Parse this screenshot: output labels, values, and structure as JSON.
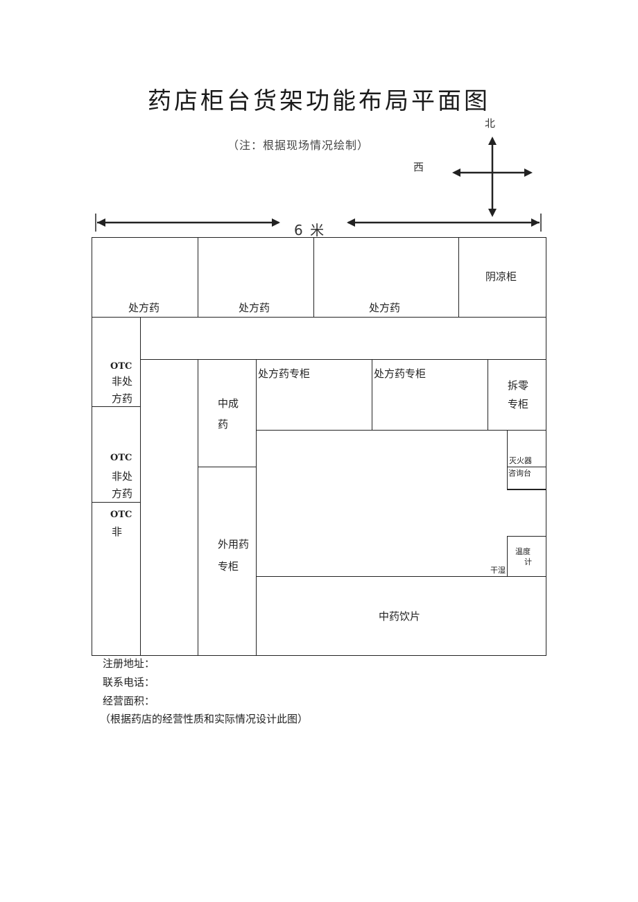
{
  "title": "药店柜台货架功能布局平面图",
  "note": "（注：根据现场情况绘制）",
  "compass": {
    "north": "北",
    "west": "西"
  },
  "dimension": "6 米",
  "zones": {
    "rx1": "处方药",
    "rx2": "处方药",
    "rx3": "处方药",
    "cool": "阴凉柜",
    "otc1_a": "OTC",
    "otc1_b": "非处",
    "otc1_c": "方药",
    "otc2_a": "OTC",
    "otc2_b": "非处",
    "otc2_c": "方药",
    "otc3_a": "OTC",
    "otc3_b": "非",
    "tcm_a": "中成",
    "tcm_b": "药",
    "rx_cab1": "处方药专柜",
    "rx_cab2": "处方药专柜",
    "split_a": "拆零",
    "split_b": "专柜",
    "extinguisher": "灭火器",
    "consult": "咨询台",
    "ext_a": "外用药",
    "ext_b": "专柜",
    "thermo_a": "温度",
    "thermo_b": "计",
    "hygro": "干湿",
    "herbal": "中药饮片"
  },
  "footer": {
    "address": "注册地址：",
    "phone": "联系电话：",
    "area": "经营面积：",
    "hint": "（根据药店的经营性质和实际情况设计此图）"
  }
}
